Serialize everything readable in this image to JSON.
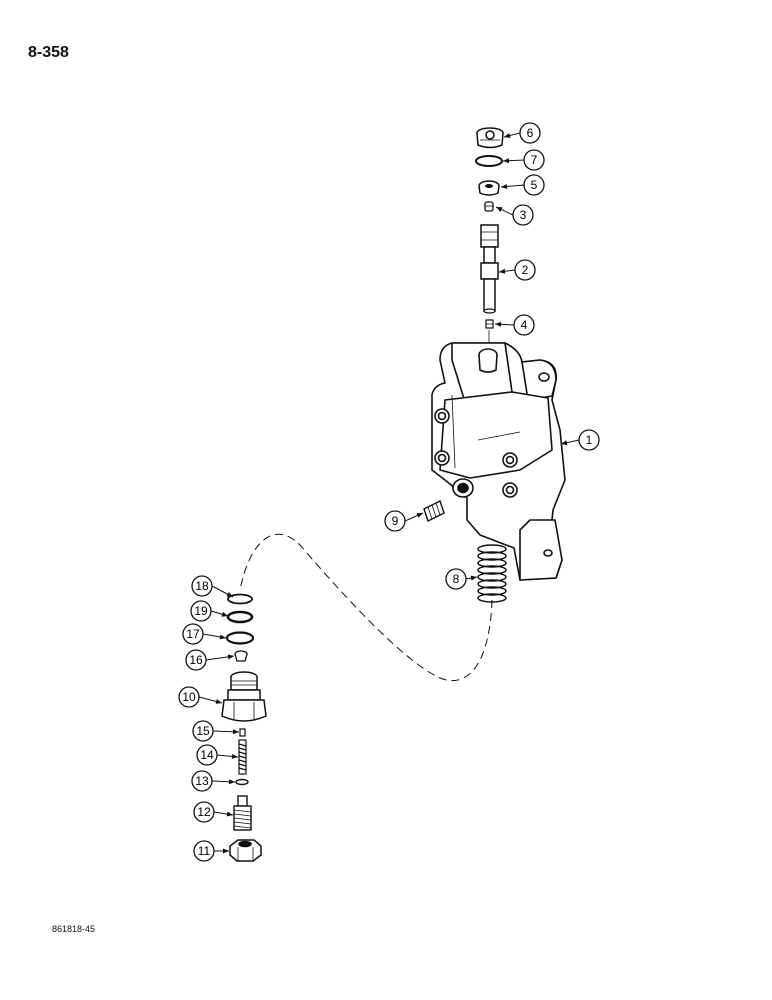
{
  "page_number": "8-358",
  "figure_id": "861818-45",
  "callouts": [
    {
      "id": "c1",
      "label": "1"
    },
    {
      "id": "c2",
      "label": "2"
    },
    {
      "id": "c3",
      "label": "3"
    },
    {
      "id": "c4",
      "label": "4"
    },
    {
      "id": "c5",
      "label": "5"
    },
    {
      "id": "c6",
      "label": "6"
    },
    {
      "id": "c7",
      "label": "7"
    },
    {
      "id": "c8",
      "label": "8"
    },
    {
      "id": "c9",
      "label": "9"
    },
    {
      "id": "c10",
      "label": "10"
    },
    {
      "id": "c11",
      "label": "11"
    },
    {
      "id": "c12",
      "label": "12"
    },
    {
      "id": "c13",
      "label": "13"
    },
    {
      "id": "c14",
      "label": "14"
    },
    {
      "id": "c15",
      "label": "15"
    },
    {
      "id": "c16",
      "label": "16"
    },
    {
      "id": "c17",
      "label": "17"
    },
    {
      "id": "c18",
      "label": "18"
    },
    {
      "id": "c19",
      "label": "19"
    }
  ]
}
